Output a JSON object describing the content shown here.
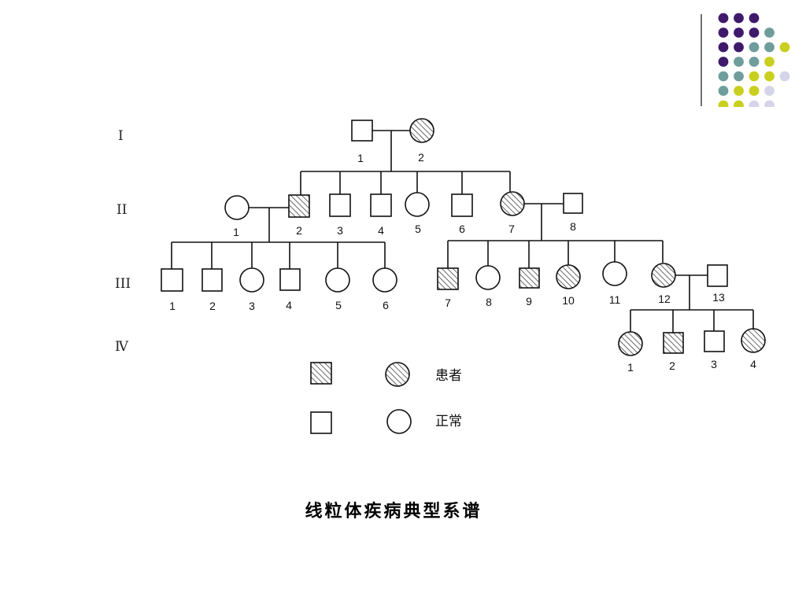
{
  "slide": {
    "caption": "线粒体疾病典型系谱"
  },
  "palette": {
    "purple": "#3f1a6b",
    "teal": "#6f9d9c",
    "yellow": "#c9cf1e",
    "lavender": "#d5d4e8",
    "line": "#111111",
    "hatch": "#555555"
  },
  "pedigree": {
    "generations": [
      "I",
      "II",
      "III",
      "Ⅳ"
    ],
    "individuals": {
      "I": [
        {
          "num": "1",
          "sex": "male",
          "affected": false
        },
        {
          "num": "2",
          "sex": "female",
          "affected": true
        }
      ],
      "II": [
        {
          "num": "1",
          "sex": "female",
          "affected": false
        },
        {
          "num": "2",
          "sex": "male",
          "affected": true
        },
        {
          "num": "3",
          "sex": "male",
          "affected": false
        },
        {
          "num": "4",
          "sex": "male",
          "affected": false
        },
        {
          "num": "5",
          "sex": "female",
          "affected": false
        },
        {
          "num": "6",
          "sex": "male",
          "affected": false
        },
        {
          "num": "7",
          "sex": "female",
          "affected": true
        },
        {
          "num": "8",
          "sex": "male",
          "affected": false
        }
      ],
      "III": [
        {
          "num": "1",
          "sex": "male",
          "affected": false
        },
        {
          "num": "2",
          "sex": "male",
          "affected": false
        },
        {
          "num": "3",
          "sex": "female",
          "affected": false
        },
        {
          "num": "4",
          "sex": "male",
          "affected": false
        },
        {
          "num": "5",
          "sex": "female",
          "affected": false
        },
        {
          "num": "6",
          "sex": "female",
          "affected": false
        },
        {
          "num": "7",
          "sex": "male",
          "affected": true
        },
        {
          "num": "8",
          "sex": "female",
          "affected": false
        },
        {
          "num": "9",
          "sex": "male",
          "affected": true
        },
        {
          "num": "10",
          "sex": "female",
          "affected": true
        },
        {
          "num": "11",
          "sex": "female",
          "affected": false
        },
        {
          "num": "12",
          "sex": "female",
          "affected": true
        },
        {
          "num": "13",
          "sex": "male",
          "affected": false
        }
      ],
      "IV": [
        {
          "num": "1",
          "sex": "female",
          "affected": true
        },
        {
          "num": "2",
          "sex": "male",
          "affected": true
        },
        {
          "num": "3",
          "sex": "male",
          "affected": false
        },
        {
          "num": "4",
          "sex": "female",
          "affected": true
        }
      ]
    },
    "legend": {
      "affected": "患者",
      "normal": "正常"
    }
  }
}
